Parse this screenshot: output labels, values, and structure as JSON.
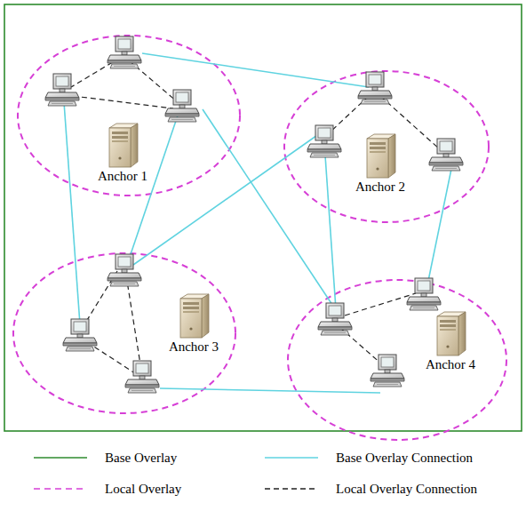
{
  "diagram": {
    "nodes": [
      {
        "text": [
          "Anchor 1"
        ]
      },
      {
        "text": [
          "Anchor 2"
        ]
      },
      {
        "text": [
          "Anchor 3"
        ]
      },
      {
        "text": [
          "Anchor 4"
        ]
      }
    ],
    "legend": [
      {
        "text": "Base Overlay"
      },
      {
        "text": "Base Overlay Connection"
      },
      {
        "text": "Local Overlay"
      },
      {
        "text": "Local Overlay Connection"
      }
    ]
  }
}
